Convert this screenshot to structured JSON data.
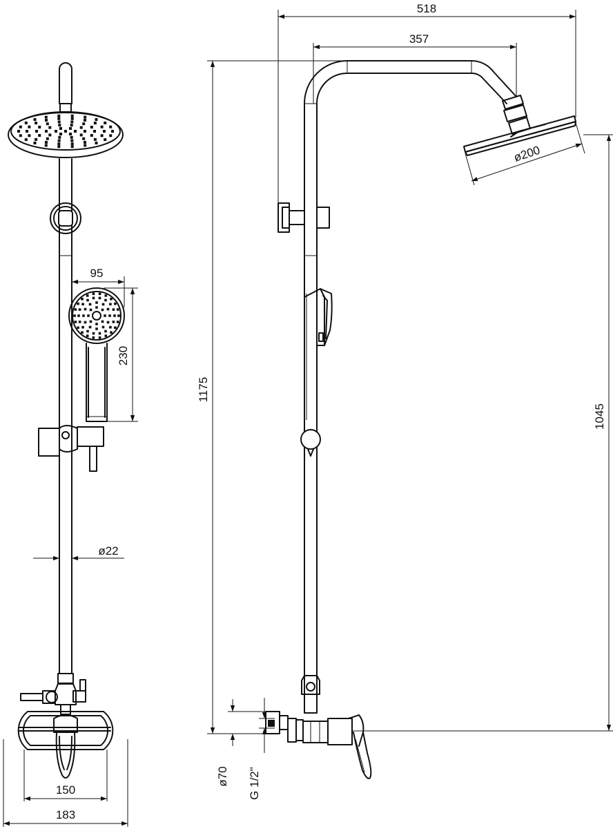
{
  "dimensions": {
    "overall_width": "518",
    "arm_length": "357",
    "head_diameter": "ø200",
    "total_height": "1175",
    "head_height": "1045",
    "hand_shower_width": "95",
    "hand_shower_length": "230",
    "rail_diameter": "ø22",
    "mixer_centers": "150",
    "mixer_width": "183",
    "flange_diameter": "ø70",
    "thread": "G 1/2\""
  }
}
